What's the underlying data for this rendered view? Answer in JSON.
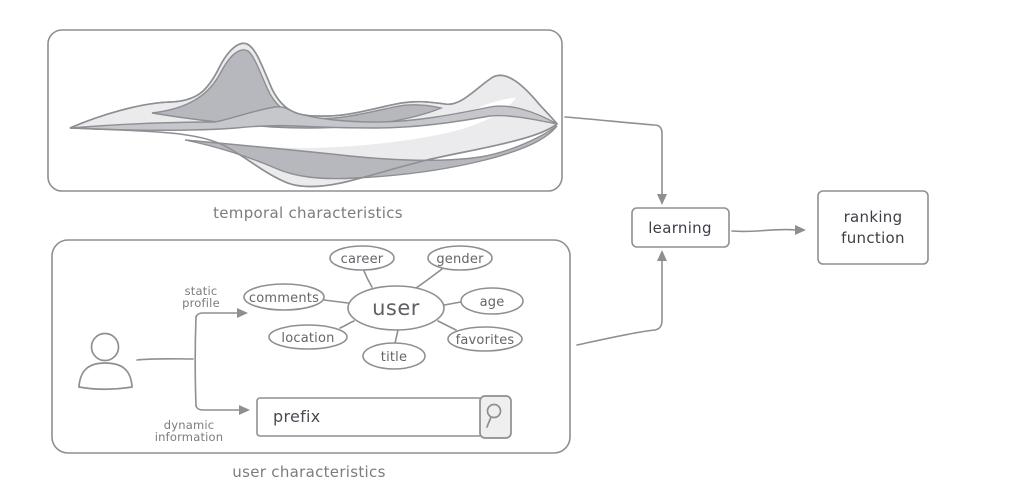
{
  "diagram": {
    "temporal": {
      "caption": "temporal characteristics",
      "visual": "streamgraph-sketch"
    },
    "user": {
      "caption": "user characteristics",
      "person_icon": "person-icon",
      "static_profile": {
        "line1": "static",
        "line2": "profile"
      },
      "dynamic_information": {
        "line1": "dynamic",
        "line2": "information"
      },
      "mindmap": {
        "center": "user",
        "satellites": [
          "career",
          "gender",
          "comments",
          "age",
          "location",
          "favorites",
          "title"
        ]
      },
      "search": {
        "value": "prefix",
        "icon": "magnifier-icon"
      }
    },
    "learning": {
      "label": "learning"
    },
    "ranking": {
      "line1": "ranking",
      "line2": "function"
    }
  },
  "colors": {
    "stroke": "#8e8f92",
    "text_muted": "#7c7c80",
    "text_node": "#65656a",
    "text_dark": "#3e3e47",
    "fill_light": "#ebebed",
    "fill_dark": "#b7b8bd",
    "fill_medium": "#c6c7cc",
    "search_button_fill": "#efefef",
    "background": "#ffffff"
  }
}
